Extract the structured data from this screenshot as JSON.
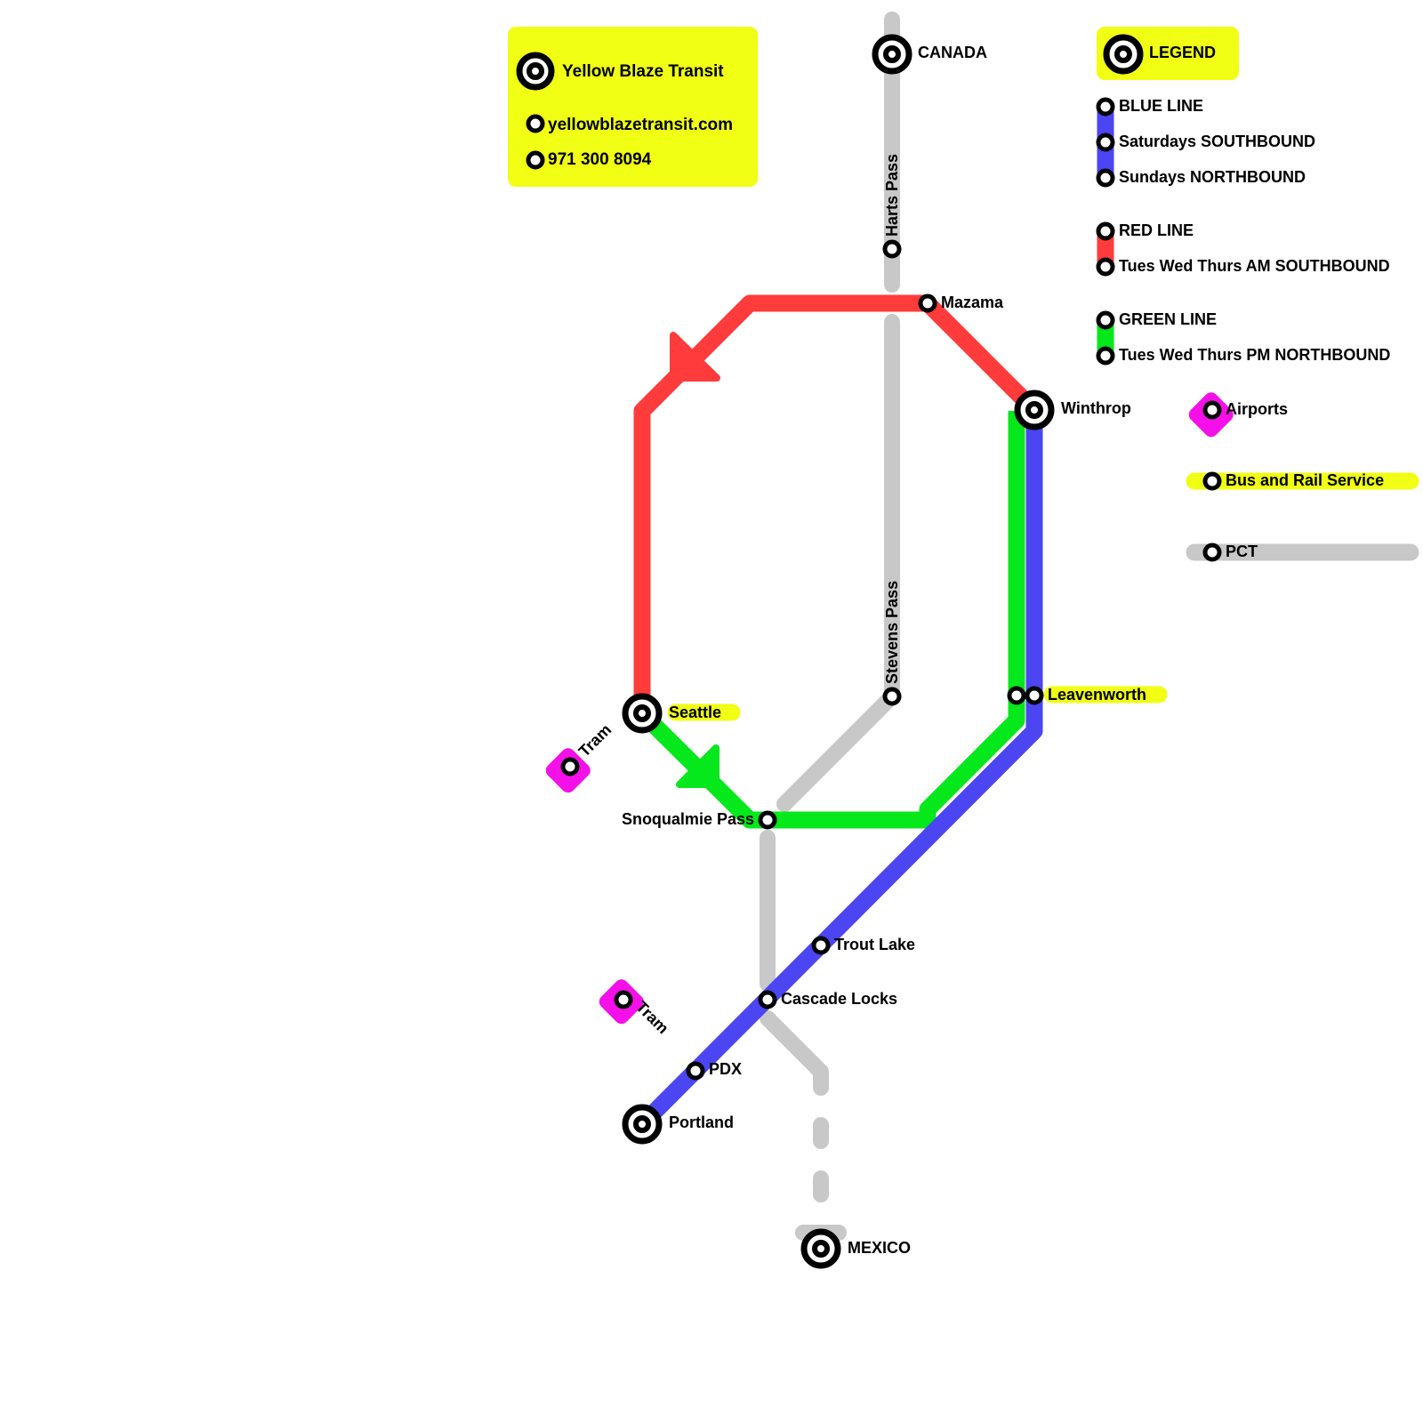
{
  "colors": {
    "blue": "#4b46f2",
    "red": "#ff3b3b",
    "green": "#05e81b",
    "pct": "#c8c8c8",
    "yellow": "#f0ff14",
    "magenta": "#f50fe8",
    "station_ring": "#000000",
    "station_fill": "#ffffff"
  },
  "info_box": {
    "title": "Yellow Blaze Transit",
    "website": "yellowblazetransit.com",
    "phone": "971 300 8094"
  },
  "legend": {
    "title": "LEGEND",
    "blue_line": {
      "name": "BLUE LINE",
      "schedule_1": "Saturdays SOUTHBOUND",
      "schedule_2": "Sundays NORTHBOUND"
    },
    "red_line": {
      "name": "RED LINE",
      "schedule": "Tues Wed Thurs AM SOUTHBOUND"
    },
    "green_line": {
      "name": "GREEN LINE",
      "schedule": "Tues Wed Thurs PM NORTHBOUND"
    },
    "airports": "Airports",
    "bus_rail": "Bus and Rail Service",
    "pct": "PCT"
  },
  "stations": {
    "canada": "CANADA",
    "harts_pass": "Harts Pass",
    "mazama": "Mazama",
    "winthrop": "Winthrop",
    "stevens_pass": "Stevens Pass",
    "leavenworth": "Leavenworth",
    "seattle": "Seattle",
    "tram_north": "Tram",
    "snoqualmie_pass": "Snoqualmie Pass",
    "trout_lake": "Trout Lake",
    "cascade_locks": "Cascade Locks",
    "tram_south": "Tram",
    "pdx": "PDX",
    "portland": "Portland",
    "mexico": "MEXICO"
  }
}
